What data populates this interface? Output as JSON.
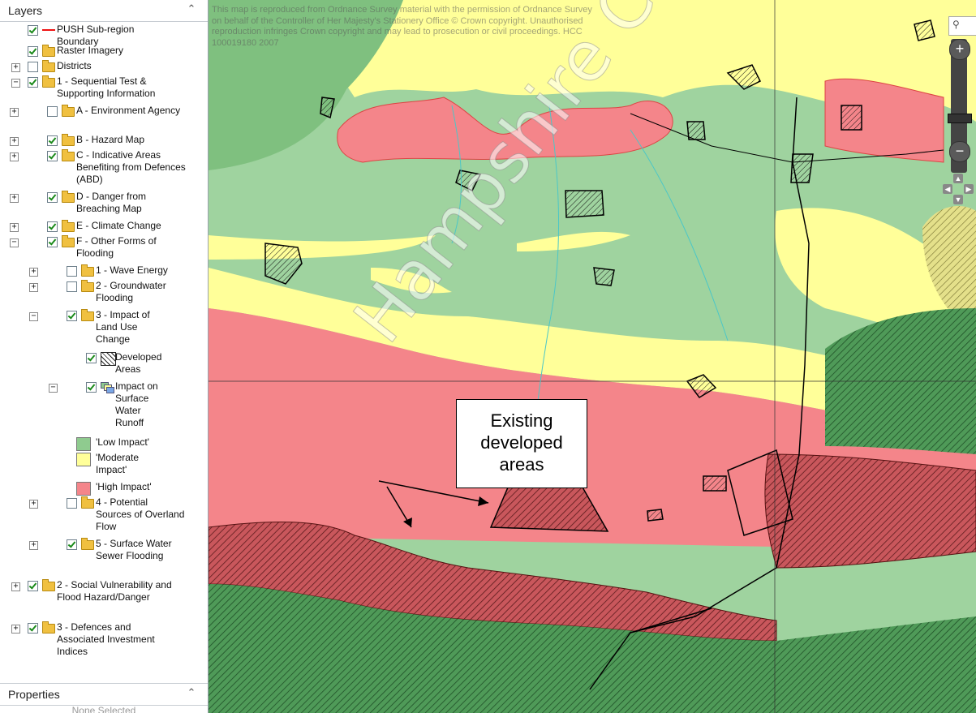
{
  "layers_panel": {
    "title": "Layers",
    "collapse_icon": "double-chevron-up-icon",
    "items": [
      {
        "label": "PUSH Sub-region Boundary",
        "checked": true,
        "expander": "",
        "icon": "red-line-icon"
      },
      {
        "label": "Raster Imagery",
        "checked": true,
        "expander": "",
        "icon": "folder-icon"
      },
      {
        "label": "Districts",
        "checked": false,
        "expander": "+",
        "icon": "folder-icon"
      },
      {
        "label": "1 - Sequential Test & Supporting Information",
        "checked": true,
        "expander": "−",
        "icon": "folder-icon"
      },
      {
        "label": "A - Environment Agency",
        "checked": false,
        "expander": "+",
        "icon": "folder-icon"
      },
      {
        "label": "B - Hazard Map",
        "checked": true,
        "expander": "+",
        "icon": "folder-icon"
      },
      {
        "label": "C - Indicative Areas Benefiting from Defences (ABD)",
        "checked": true,
        "expander": "+",
        "icon": "folder-icon"
      },
      {
        "label": "D - Danger from Breaching Map",
        "checked": true,
        "expander": "+",
        "icon": "folder-icon"
      },
      {
        "label": "E - Climate Change",
        "checked": true,
        "expander": "+",
        "icon": "folder-icon"
      },
      {
        "label": "F - Other Forms of Flooding",
        "checked": true,
        "expander": "−",
        "icon": "folder-icon"
      },
      {
        "label": "1 - Wave Energy",
        "checked": false,
        "expander": "+",
        "icon": "folder-icon"
      },
      {
        "label": "2 - Groundwater Flooding",
        "checked": false,
        "expander": "+",
        "icon": "folder-icon"
      },
      {
        "label": "3 - Impact of Land Use Change",
        "checked": true,
        "expander": "−",
        "icon": "folder-icon"
      },
      {
        "label": "Developed Areas",
        "checked": true,
        "expander": "",
        "icon": "hatched-polygon-icon"
      },
      {
        "label": "Impact on Surface Water Runoff",
        "checked": true,
        "expander": "−",
        "icon": "multi-layer-icon"
      },
      {
        "label": "'Low Impact'",
        "swatch": "#8fcb8f"
      },
      {
        "label": "'Moderate Impact'",
        "swatch": "#ffff99"
      },
      {
        "label": "'High Impact'",
        "swatch": "#f4858a"
      },
      {
        "label": "4 - Potential Sources of Overland Flow",
        "checked": false,
        "expander": "+",
        "icon": "folder-icon"
      },
      {
        "label": "5 - Surface Water Sewer Flooding",
        "checked": true,
        "expander": "+",
        "icon": "folder-icon"
      },
      {
        "label": "2 - Social Vulnerability and Flood Hazard/Danger",
        "checked": true,
        "expander": "+",
        "icon": "folder-icon"
      },
      {
        "label": "3 - Defences and Associated Investment Indices",
        "checked": true,
        "expander": "+",
        "icon": "folder-icon"
      }
    ]
  },
  "properties_panel": {
    "title": "Properties",
    "collapse_icon": "double-chevron-up-icon",
    "status": "None Selected"
  },
  "map": {
    "copyright": "This map is reproduced from Ordnance Survey material with the permission of Ordnance Survey on behalf of the Controller of Her Majesty's Stationery Office © Crown copyright. Unauthorised reproduction infringes Crown copyright and may lead to prosecution or civil proceedings. HCC 100019180 2007",
    "watermark": "Hampshire County Council",
    "callout": [
      "Existing",
      "developed",
      "areas"
    ],
    "zoom_in": "+",
    "zoom_out": "−",
    "search_icon": "magnifier-icon",
    "colors": {
      "low": "#8fcb8f",
      "moderate": "#ffff99",
      "high": "#f4858a",
      "dense_green": "#3f8f4a",
      "dense_red": "#c8454a"
    }
  }
}
